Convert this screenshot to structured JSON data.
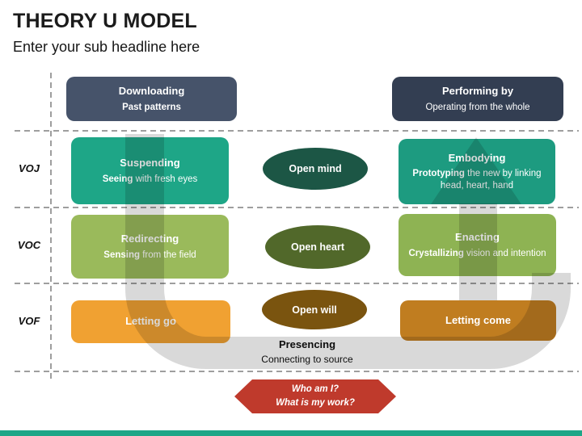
{
  "header": {
    "title": "THEORY U MODEL",
    "subtitle": "Enter your sub headline here"
  },
  "row_labels": [
    {
      "label": "VOJ"
    },
    {
      "label": "VOC"
    },
    {
      "label": "VOF"
    }
  ],
  "stages": {
    "downloading": {
      "title": "Downloading",
      "subtitle_bold": "Past patterns",
      "subtitle_rest": ""
    },
    "performing": {
      "title": "Performing by",
      "subtitle_bold": "",
      "subtitle_rest": "Operating from the whole"
    },
    "suspending": {
      "title": "Suspending",
      "subtitle_bold": "Seeing",
      "subtitle_rest": " with fresh eyes"
    },
    "embodying": {
      "title": "Embodying",
      "subtitle_bold": "Prototyping",
      "subtitle_rest": " the new by linking head, heart, hand"
    },
    "redirecting": {
      "title": "Redirecting",
      "subtitle_bold": "Sensing",
      "subtitle_rest": " from the field"
    },
    "enacting": {
      "title": "Enacting",
      "subtitle_bold": "Crystallizing",
      "subtitle_rest": " vision and intention"
    },
    "letting_go": {
      "title": "Letting go",
      "subtitle_bold": "",
      "subtitle_rest": ""
    },
    "letting_come": {
      "title": "Letting come",
      "subtitle_bold": "",
      "subtitle_rest": ""
    }
  },
  "ellipses": [
    {
      "label": "Open mind"
    },
    {
      "label": "Open heart"
    },
    {
      "label": "Open will"
    }
  ],
  "presencing": {
    "title": "Presencing",
    "subtitle": "Connecting to source"
  },
  "hexagon": {
    "line1": "Who am I?",
    "line2": "What is my work?"
  },
  "colors": {
    "downloading_bg": "#46536A",
    "performing_bg": "#333E52",
    "suspending_bg": "#1EA687",
    "embodying_bg": "#1D9B80",
    "redirecting_bg": "#9ABA5B",
    "enacting_bg": "#8EB353",
    "letting_go_bg": "#F0A132",
    "letting_come_bg": "#C07D20",
    "open_mind_bg": "#1C5645",
    "open_heart_bg": "#51682A",
    "open_will_bg": "#7A540F",
    "hexagon_bg": "#BF3A2C",
    "u_shape": "#D9D9D9",
    "dashed_line": "#9E9E9E",
    "accent_bar": "#1EA687"
  }
}
